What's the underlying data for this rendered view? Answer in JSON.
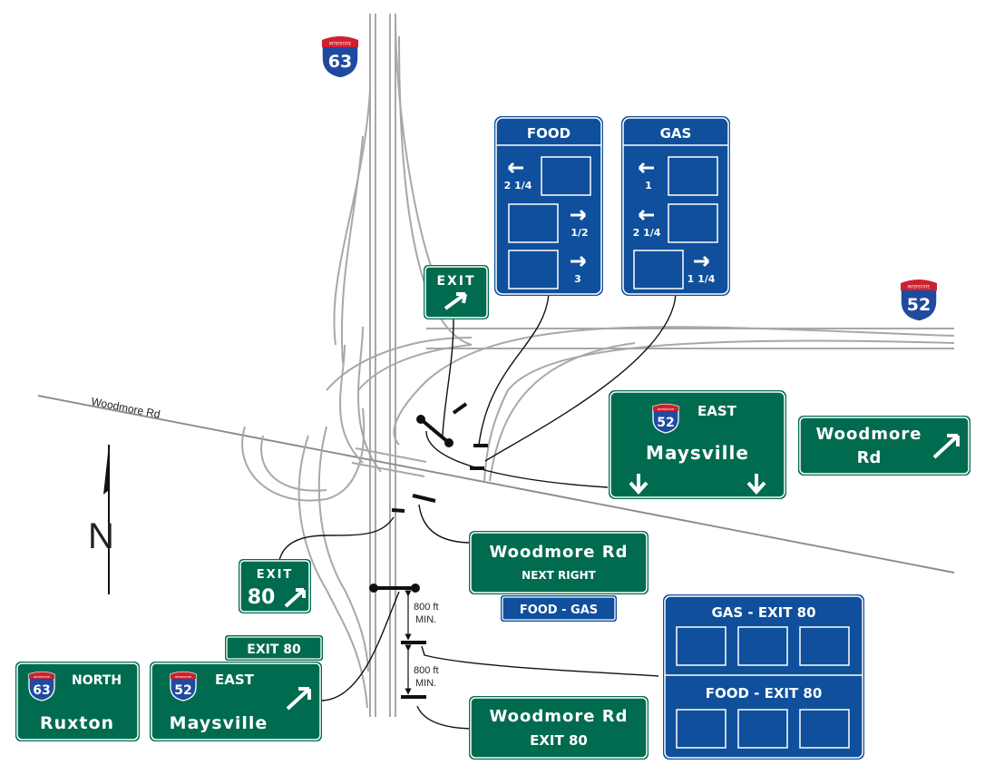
{
  "road_labels": {
    "woodmore": "Woodmore Rd",
    "north": "N"
  },
  "shields": {
    "i63_top": {
      "banner": "INTERSTATE",
      "number": "63"
    },
    "i52_right": {
      "banner": "INTERSTATE",
      "number": "52"
    }
  },
  "food_sign": {
    "title": "FOOD",
    "rows": [
      {
        "arrow": "left",
        "distance": "2 1/4"
      },
      {
        "arrow": "right",
        "distance": "1/2"
      },
      {
        "arrow": "right",
        "distance": "3"
      }
    ]
  },
  "gas_sign": {
    "title": "GAS",
    "rows": [
      {
        "arrow": "left",
        "distance": "1"
      },
      {
        "arrow": "left",
        "distance": "2 1/4"
      },
      {
        "arrow": "right",
        "distance": "1 1/4"
      }
    ]
  },
  "exit_small": {
    "label": "EXIT"
  },
  "i52_east_overhead": {
    "shield_number": "52",
    "shield_banner": "INTERSTATE",
    "direction": "EAST",
    "destination": "Maysville"
  },
  "woodmore_ramp": {
    "line1": "Woodmore",
    "line2": "Rd"
  },
  "woodmore_next": {
    "name": "Woodmore Rd",
    "sub": "NEXT RIGHT"
  },
  "food_gas_plaque": {
    "label": "FOOD - GAS"
  },
  "exit80_gore": {
    "label": "EXIT",
    "number": "80"
  },
  "exit80_plaque": {
    "label": "EXIT 80"
  },
  "i63_north": {
    "shield_number": "63",
    "shield_banner": "INTERSTATE",
    "direction": "NORTH",
    "destination": "Ruxton"
  },
  "i52_east_advance": {
    "shield_number": "52",
    "shield_banner": "INTERSTATE",
    "direction": "EAST",
    "destination": "Maysville"
  },
  "woodmore_exit80": {
    "name": "Woodmore Rd",
    "sub": "EXIT 80"
  },
  "services_sign": {
    "gas_title": "GAS - EXIT 80",
    "food_title": "FOOD - EXIT 80"
  },
  "spacing": [
    {
      "line1": "800 ft",
      "line2": "MIN."
    },
    {
      "line1": "800 ft",
      "line2": "MIN."
    }
  ],
  "colors": {
    "green": "#006b4f",
    "blue": "#0f4f9c",
    "road": "#aaaaaa",
    "shield_blue": "#1f4aa0",
    "shield_red": "#d0202e"
  }
}
